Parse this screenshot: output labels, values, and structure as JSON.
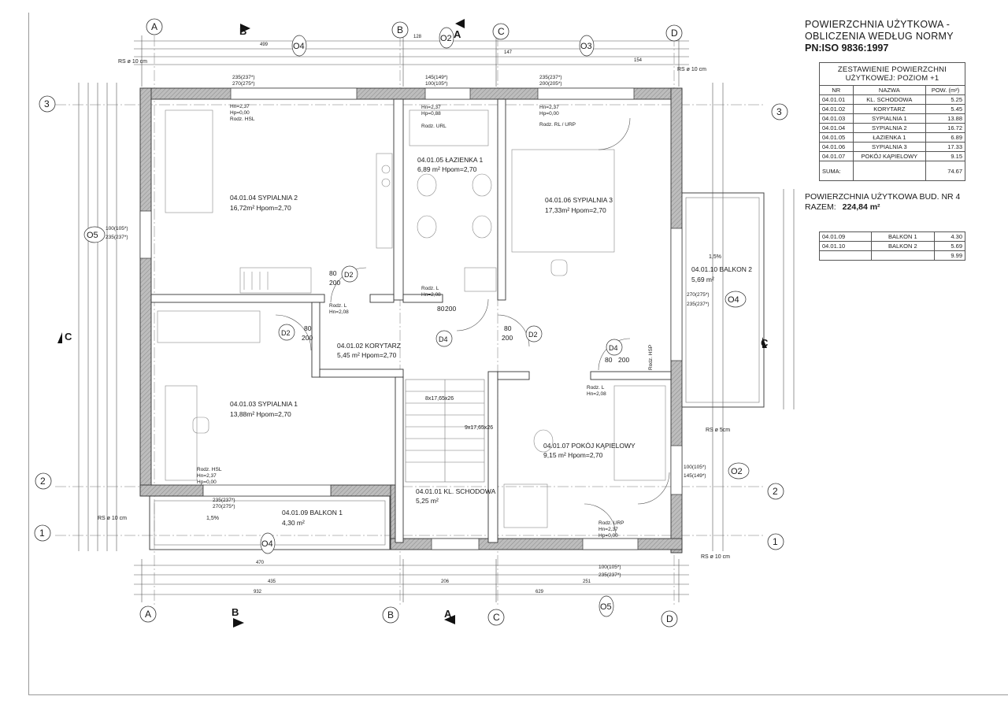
{
  "legend": {
    "title_line1": "POWIERZCHNIA UŻYTKOWA  -",
    "title_line2": "OBLICZENIA WEDŁUG NORMY",
    "norm": "PN:ISO 9836:1997",
    "table_caption_line1": "ZESTAWIENIE POWIERZCHNI",
    "table_caption_line2": "UŻYTKOWEJ: POZIOM +1",
    "headers": [
      "NR",
      "NAZWA",
      "POW. (m²)"
    ],
    "rows": [
      {
        "nr": "04.01.01",
        "name": "KL. SCHODOWA",
        "area": "5.25"
      },
      {
        "nr": "04.01.02",
        "name": "KORYTARZ",
        "area": "5.45"
      },
      {
        "nr": "04.01.03",
        "name": "SYPIALNIA 1",
        "area": "13.88"
      },
      {
        "nr": "04.01.04",
        "name": "SYPIALNIA 2",
        "area": "16.72"
      },
      {
        "nr": "04.01.05",
        "name": "ŁAZIENKA 1",
        "area": "6.89"
      },
      {
        "nr": "04.01.06",
        "name": "SYPIALNIA 3",
        "area": "17.33"
      },
      {
        "nr": "04.01.07",
        "name": "POKÓJ KĄPIELOWY",
        "area": "9.15"
      }
    ],
    "sum_label": "SUMA:",
    "sum_value": "74.67",
    "total_line1": "POWIERZCHNIA UŻYTKOWA BUD. NR 4",
    "total_label": "RAZEM:",
    "total_value": "224,84 m²",
    "balconies": [
      {
        "nr": "04.01.09",
        "name": "BALKON 1",
        "area": "4.30"
      },
      {
        "nr": "04.01.10",
        "name": "BALKON 2",
        "area": "5.69"
      }
    ],
    "balcony_sum": "9.99"
  },
  "axes": {
    "columns": [
      "A",
      "B",
      "C",
      "D"
    ],
    "rows": [
      "3",
      "2",
      "1"
    ],
    "sections": [
      "A",
      "B",
      "C"
    ]
  },
  "rooms": {
    "sypialnia2": {
      "name": "04.01.04 SYPIALNIA 2",
      "area": "16,72m²  Hpom=2,70"
    },
    "lazienka1": {
      "name": "04.01.05 ŁAZIENKA 1",
      "area": "6,89 m²  Hpom=2,70"
    },
    "sypialnia3": {
      "name": "04.01.06 SYPIALNIA 3",
      "area": "17,33m²  Hpom=2,70"
    },
    "korytarz": {
      "name": "04.01.02 KORYTARZ",
      "area": "5,45 m²  Hpom=2,70"
    },
    "sypialnia1": {
      "name": "04.01.03 SYPIALNIA 1",
      "area": "13,88m²  Hpom=2,70"
    },
    "kapielowy": {
      "name": "04.01.07 POKÓJ KĄPIELOWY",
      "area": "9,15 m²  Hpom=2,70"
    },
    "schodowa": {
      "name": "04.01.01 KL. SCHODOWA",
      "area": "5,25 m²"
    },
    "balkon1": {
      "name": "04.01.09 BALKON 1",
      "area": "4,30 m²"
    },
    "balkon2": {
      "name": "04.01.10 BALKON 2",
      "area": "5,69 m²"
    }
  },
  "window_tags": {
    "o4_top": "O4",
    "o2_top": "O2",
    "o3_top": "O3",
    "o5_left": "O5",
    "o4_right": "O4",
    "o2_right": "O2",
    "o4_bottom": "O4",
    "o5_bottom": "O5",
    "d2_a": "D2",
    "d2_b": "D2",
    "d2_c": "D2",
    "d4_a": "D4",
    "d4_b": "D4"
  },
  "notes": {
    "rs_top_left": "RS ø 10 cm",
    "rs_top_right": "RS ø 10 cm",
    "rs_left": "RS ø 10 cm",
    "rs_bottom_right": "RS ø 10 cm",
    "rs_mid_right": "RS ø 5cm",
    "slope1": "1,5%",
    "slope2": "1,5%",
    "win_o4_top": "270(275*)",
    "win_o4_top2": "235(237*)",
    "win_o3_top": "200(205*)",
    "win_o3_top2": "235(237*)",
    "win_o2_top": "100(105*)",
    "win_o2_top2": "145(149*)",
    "win_o5_left": "100(105*)",
    "win_o5_left2": "235(237*)",
    "win_o4_right": "270(275*)",
    "win_o4_right2": "235(237*)",
    "win_o2_right": "100(105*)",
    "win_o2_right2": "145(149*)",
    "win_o4_bottom": "270(275*)",
    "win_o4_bottom2": "235(237*)",
    "win_o5_bottom": "100(105*)",
    "win_o5_bottom2": "235(237*)",
    "door_80": "80",
    "door_200": "200",
    "stairs1": "8x17,65x26",
    "stairs2": "9x17,65x26",
    "hsl_top": "Hn=2,37",
    "hp_top": "Hp=0,00",
    "rodz_hsl": "Rodz. HSL",
    "rodz_url": "Rodz. URL",
    "hp_url": "Hp=0,88",
    "rodz_rl": "Rodz. RL / URP",
    "rodz_l": "Rodz. L",
    "hn_208": "Hn=2,08",
    "rodz_hsp": "Rodz. HSP",
    "rodz_urp": "Rodz. URP"
  },
  "dimensions": {
    "top1": "499",
    "top2": "128",
    "top3": "147",
    "top4": "154",
    "bottom1": "470",
    "bottom2": "435",
    "bottom3": "206",
    "bottom4": "251",
    "bottom5": "932",
    "bottom6": "629"
  }
}
